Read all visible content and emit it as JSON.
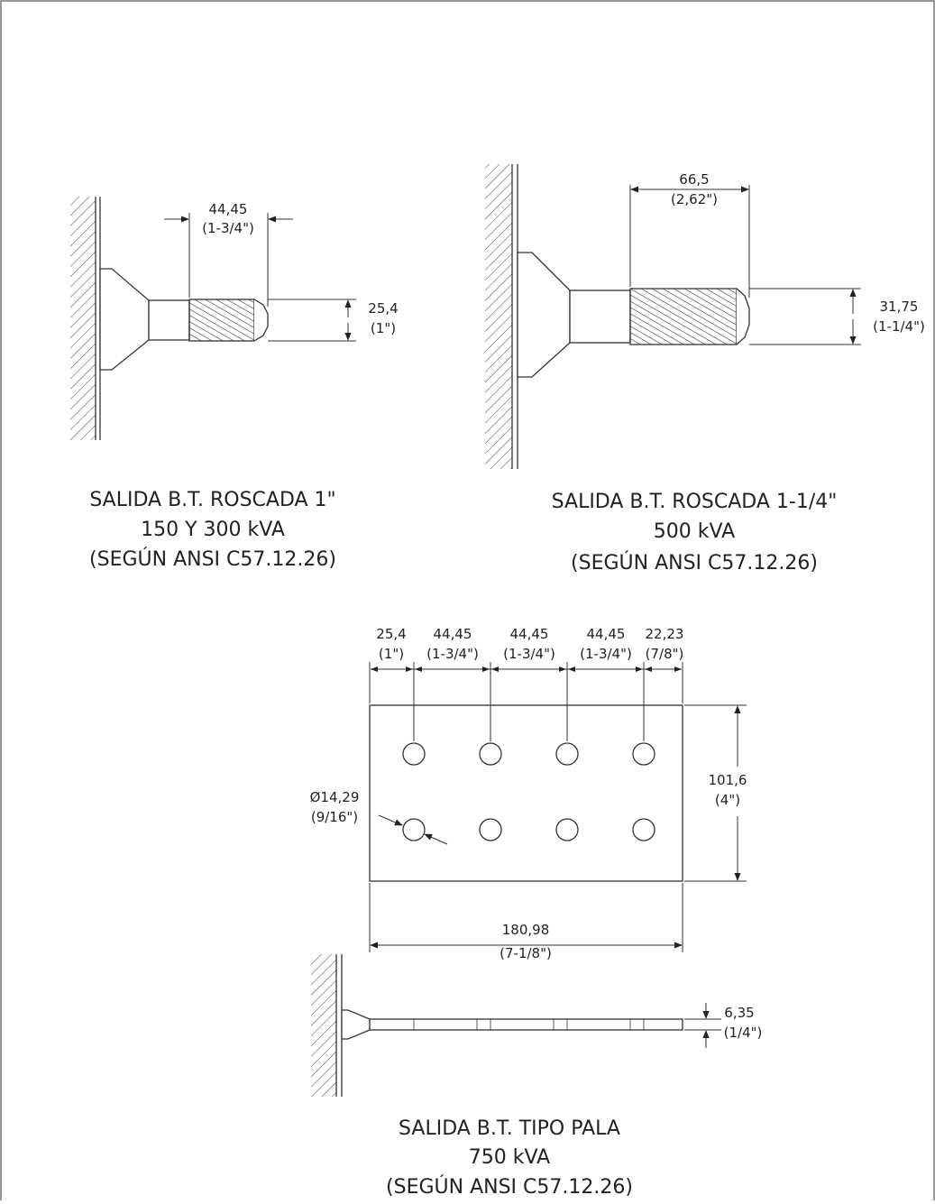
{
  "threaded_1in": {
    "length": "44,45",
    "length_in": "(1-3/4\")",
    "diameter": "25,4",
    "diameter_in": "(1\")",
    "caption": [
      "SALIDA B.T. ROSCADA 1\"",
      "150 Y 300 kVA",
      "(SEGÚN ANSI C57.12.26)"
    ]
  },
  "threaded_1_25in": {
    "length": "66,5",
    "length_in": "(2,62\")",
    "diameter": "31,75",
    "diameter_in": "(1-1/4\")",
    "caption": [
      "SALIDA B.T. ROSCADA 1-1/4\"",
      "500 kVA",
      "(SEGÚN ANSI C57.12.26)"
    ]
  },
  "spade": {
    "spacings": [
      {
        "mm": "25,4",
        "in": "(1\")"
      },
      {
        "mm": "44,45",
        "in": "(1-3/4\")"
      },
      {
        "mm": "44,45",
        "in": "(1-3/4\")"
      },
      {
        "mm": "44,45",
        "in": "(1-3/4\")"
      },
      {
        "mm": "22,23",
        "in": "(7/8\")"
      }
    ],
    "hole_diameter": "Ø14,29",
    "hole_diameter_in": "(9/16\")",
    "height": "101,6",
    "height_in": "(4\")",
    "width": "180,98",
    "width_in": "(7-1/8\")",
    "thickness": "6,35",
    "thickness_in": "(1/4\")",
    "caption": [
      "SALIDA B.T. TIPO PALA",
      "750 kVA",
      "(SEGÚN ANSI C57.12.26)"
    ]
  }
}
